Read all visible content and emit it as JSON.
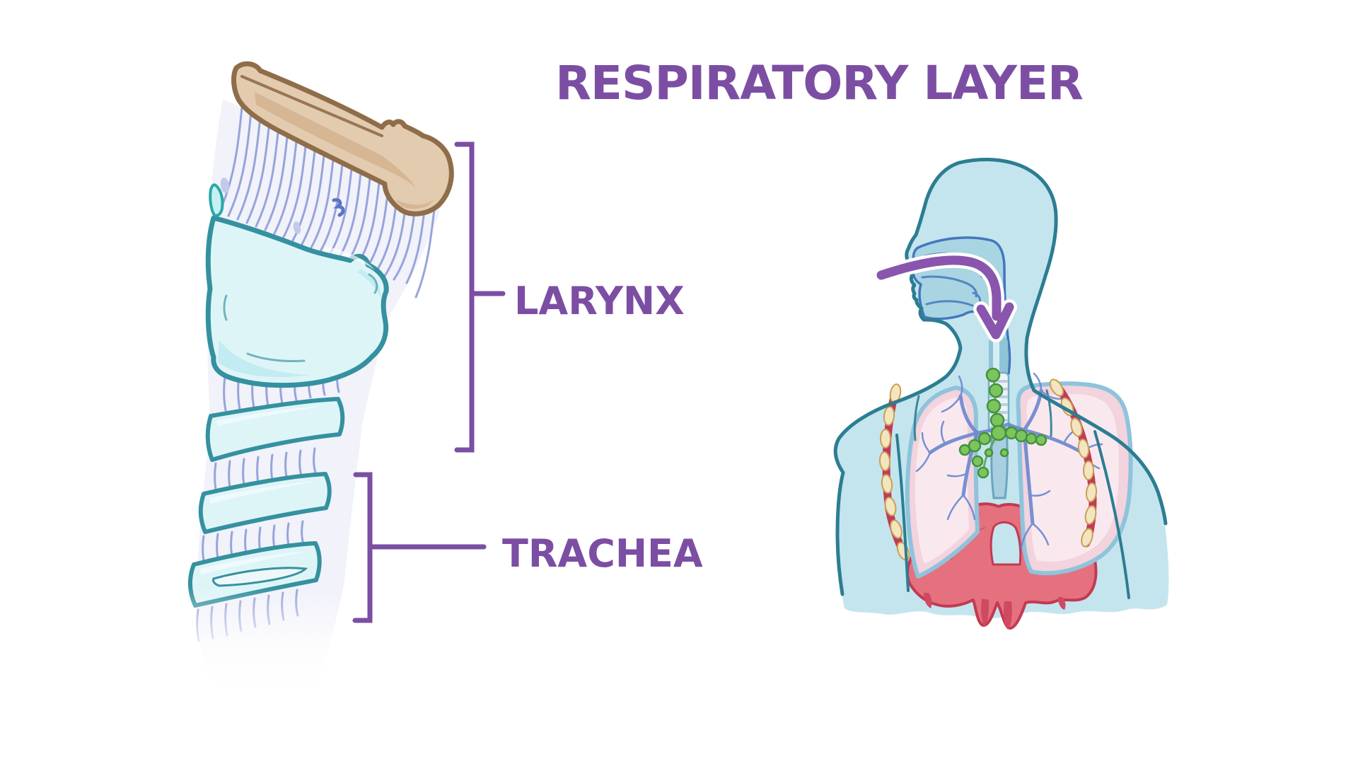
{
  "title": "RESPIRATORY LAYER",
  "labels": {
    "larynx": "LARYNX",
    "trachea": "TRACHEA"
  },
  "illustration_parts": {
    "left": [
      "hyoid-bone",
      "epiglottis",
      "thyrohyoid-membrane",
      "thyroid-cartilage",
      "cricoid-ring",
      "tracheal-rings"
    ],
    "right": [
      "head-profile",
      "nasal-cavity",
      "airflow-arrow",
      "trachea",
      "lungs",
      "bronchial-tree",
      "lymph-nodes",
      "ribs",
      "diaphragm"
    ]
  },
  "colors": {
    "background": "#ffffff",
    "accent_purple": "#7c4ea3",
    "arrow_purple": "#8a55ad",
    "body_fill": "#c4e5ee",
    "body_outline": "#2c7d92",
    "airway_fill": "#a9d4e2",
    "airway_outline": "#4377bd",
    "cartilage_fill": "#def5f8",
    "cartilage_shade": "#c3ecf2",
    "cartilage_outline": "#35919f",
    "membrane_fill": "#f1f2fa",
    "membrane_stroke": "#8d9bd6",
    "membrane_shade": "#c3c9e8",
    "hyoid_fill": "#e3cbb0",
    "hyoid_shade": "#d2b08c",
    "hyoid_outline": "#8f6d49",
    "lung_fill": "#f2d3de",
    "lung_inner": "#f9e9ef",
    "lung_outline": "#8fc3dc",
    "bronchi": "#6a87cf",
    "lymph_fill": "#7cc55e",
    "lymph_outline": "#45913c",
    "rib_cream": "#f3e5c0",
    "rib_cream_outline": "#c9a050",
    "rib_red": "#c23a58",
    "diaphragm_fill": "#e5717f",
    "diaphragm_outline": "#c23a52",
    "diaphragm_light": "#f0a3ae",
    "diaphragm_drip": "#cf4a60",
    "trachea_band": "#8fc4d6",
    "trachea_stripe": "#b9d0e2",
    "esophagus_fill": "#a8cfe0",
    "esophagus_outline": "#69a7bd"
  }
}
